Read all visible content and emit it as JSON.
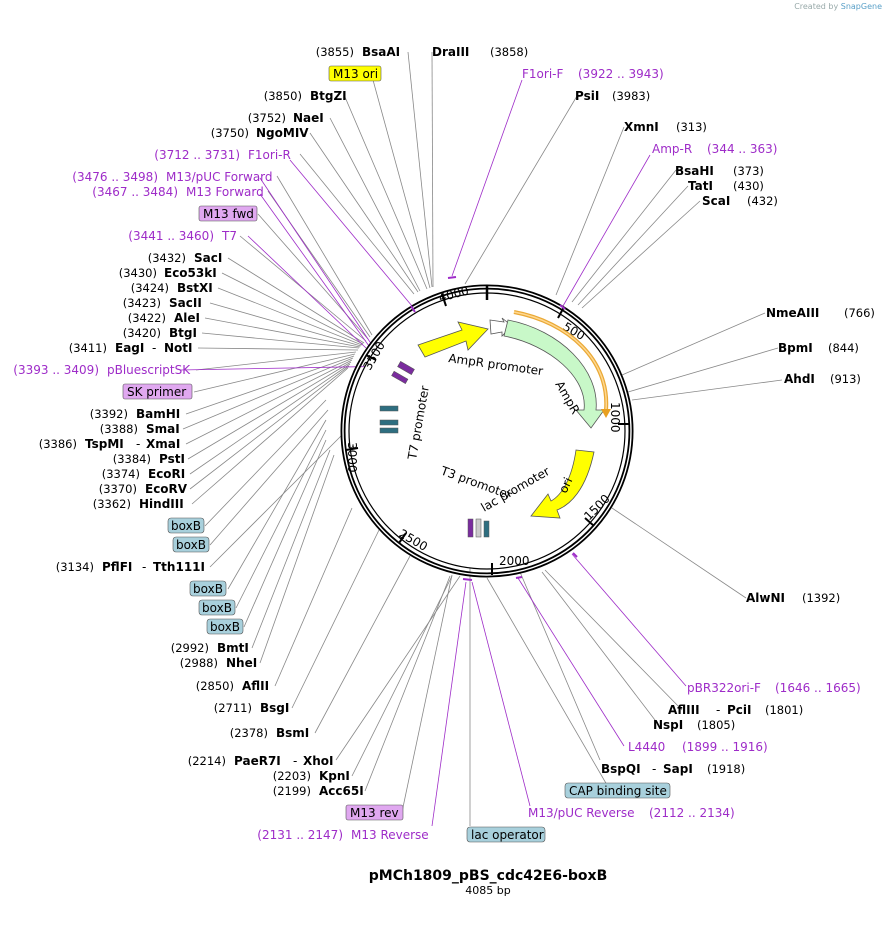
{
  "credit": {
    "prefix": "Created by",
    "brand": "SnapGene"
  },
  "plasmid": {
    "name": "pMCh1809_pBS_cdc42E6-boxB",
    "size_label": "4085 bp"
  },
  "ticks": [
    "500",
    "1000",
    "1500",
    "2000",
    "2500",
    "3000",
    "3500",
    "4000"
  ],
  "features": {
    "ampr_promoter": "AmpR promoter",
    "ampr": "AmpR",
    "ori": "ori",
    "t7_promoter": "T7 promoter",
    "t3_promoter": "T3 promoter",
    "lac_promoter": "lac promoter"
  },
  "labels": {
    "bsaai": {
      "pos": "(3855)",
      "name": "BsaAI"
    },
    "draiii": {
      "pos": "(3858)",
      "name": "DraIII"
    },
    "m13ori": {
      "name": "M13 ori"
    },
    "f1orif": {
      "name": "F1ori-F",
      "pos": "(3922 .. 3943)"
    },
    "btgzi": {
      "pos": "(3850)",
      "name": "BtgZI"
    },
    "psii": {
      "name": "PsiI",
      "pos": "(3983)"
    },
    "naei": {
      "pos": "(3752)",
      "name": "NaeI"
    },
    "ngomiv": {
      "pos": "(3750)",
      "name": "NgoMIV"
    },
    "xmni": {
      "name": "XmnI",
      "pos": "(313)"
    },
    "f1orir": {
      "pos": "(3712 .. 3731)",
      "name": "F1ori-R"
    },
    "ampr_primer": {
      "name": "Amp-R",
      "pos": "(344 .. 363)"
    },
    "m13puc_fwd": {
      "pos": "(3476 .. 3498)",
      "name": "M13/pUC Forward"
    },
    "bsahi": {
      "name": "BsaHI",
      "pos": "(373)"
    },
    "m13_forward": {
      "pos": "(3467 .. 3484)",
      "name": "M13 Forward"
    },
    "tati": {
      "name": "TatI",
      "pos": "(430)"
    },
    "scai": {
      "name": "ScaI",
      "pos": "(432)"
    },
    "m13fwd": {
      "name": "M13 fwd"
    },
    "t7": {
      "pos": "(3441 .. 3460)",
      "name": "T7"
    },
    "saci": {
      "pos": "(3432)",
      "name": "SacI"
    },
    "eco53ki": {
      "pos": "(3430)",
      "name": "Eco53kI"
    },
    "bstxi": {
      "pos": "(3424)",
      "name": "BstXI"
    },
    "sacii": {
      "pos": "(3423)",
      "name": "SacII"
    },
    "alei": {
      "pos": "(3422)",
      "name": "AleI"
    },
    "btgi": {
      "pos": "(3420)",
      "name": "BtgI"
    },
    "eagi": {
      "pos": "(3411)",
      "name": "EagI",
      "name2": "NotI"
    },
    "pbluescriptsk": {
      "pos": "(3393 .. 3409)",
      "name": "pBluescriptSK"
    },
    "skprimer": {
      "name": "SK primer"
    },
    "nmeaiii": {
      "name": "NmeAIII",
      "pos": "(766)"
    },
    "bpmi": {
      "name": "BpmI",
      "pos": "(844)"
    },
    "ahdi": {
      "name": "AhdI",
      "pos": "(913)"
    },
    "bamhi": {
      "pos": "(3392)",
      "name": "BamHI"
    },
    "smai": {
      "pos": "(3388)",
      "name": "SmaI"
    },
    "tspmi": {
      "pos": "(3386)",
      "name": "TspMI",
      "name2": "XmaI"
    },
    "psti": {
      "pos": "(3384)",
      "name": "PstI"
    },
    "ecori": {
      "pos": "(3374)",
      "name": "EcoRI"
    },
    "ecorv": {
      "pos": "(3370)",
      "name": "EcoRV"
    },
    "hindiii": {
      "pos": "(3362)",
      "name": "HindIII"
    },
    "boxb1": {
      "name": "boxB"
    },
    "boxb2": {
      "name": "boxB"
    },
    "pflfi": {
      "pos": "(3134)",
      "name": "PflFI",
      "name2": "Tth111I"
    },
    "boxb3": {
      "name": "boxB"
    },
    "boxb4": {
      "name": "boxB"
    },
    "boxb5": {
      "name": "boxB"
    },
    "alwni": {
      "name": "AlwNI",
      "pos": "(1392)"
    },
    "bmti": {
      "pos": "(2992)",
      "name": "BmtI"
    },
    "nhei": {
      "pos": "(2988)",
      "name": "NheI"
    },
    "aflii": {
      "pos": "(2850)",
      "name": "AflII"
    },
    "pbr322orif": {
      "name": "pBR322ori-F",
      "pos": "(1646 .. 1665)"
    },
    "bsgi": {
      "pos": "(2711)",
      "name": "BsgI"
    },
    "afliii": {
      "name": "AflIII",
      "name2": "PciI",
      "pos": "(1801)"
    },
    "nspi": {
      "name": "NspI",
      "pos": "(1805)"
    },
    "bsmi": {
      "pos": "(2378)",
      "name": "BsmI"
    },
    "l4440": {
      "name": "L4440",
      "pos": "(1899 .. 1916)"
    },
    "paer7i": {
      "pos": "(2214)",
      "name": "PaeR7I",
      "name2": "XhoI"
    },
    "bspqi": {
      "name": "BspQI",
      "name2": "SapI",
      "pos": "(1918)"
    },
    "kpni": {
      "pos": "(2203)",
      "name": "KpnI"
    },
    "acc65i": {
      "pos": "(2199)",
      "name": "Acc65I"
    },
    "capsite": {
      "name": "CAP binding site"
    },
    "m13puc_rev": {
      "name": "M13/pUC Reverse",
      "pos": "(2112 .. 2134)"
    },
    "m13rev": {
      "name": "M13 rev"
    },
    "m13_reverse": {
      "pos": "(2131 .. 2147)",
      "name": "M13 Reverse"
    },
    "lacop": {
      "name": "lac operator"
    }
  },
  "colors": {
    "primer": "#9e2cc8",
    "misc_feature": "#ffff00",
    "primer_bind": "#e0a8f0",
    "protein_bind": "#a8d0dc",
    "amp": "#c8f8c8",
    "leader": "#888888"
  }
}
